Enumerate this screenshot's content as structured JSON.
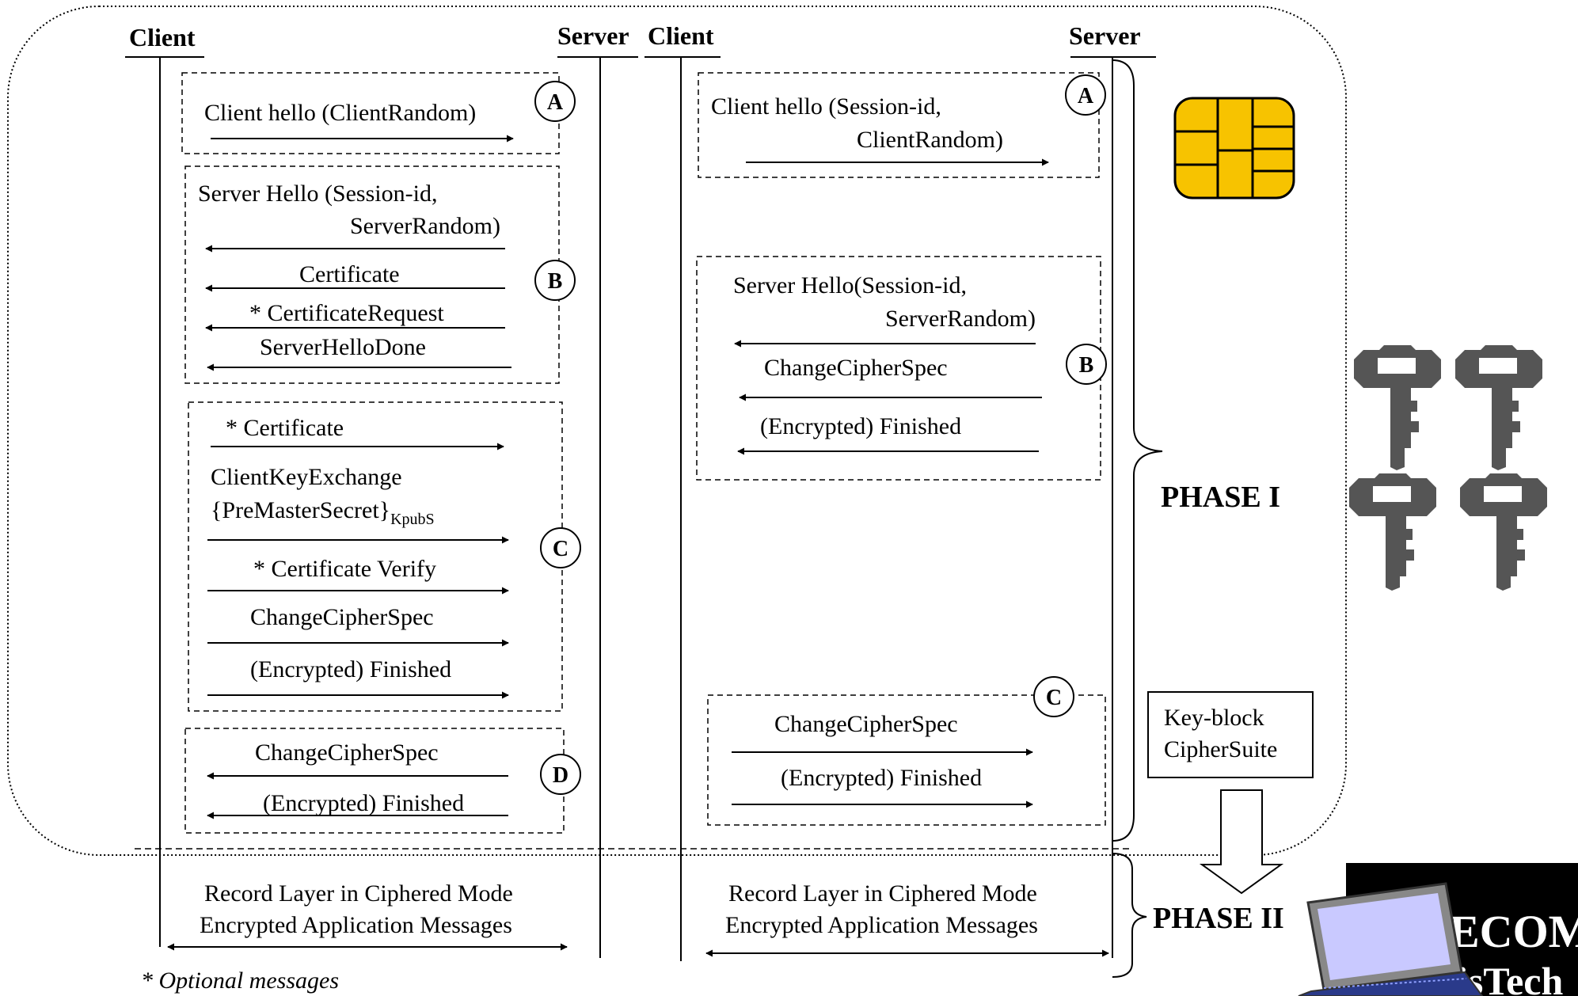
{
  "headers": {
    "left_client": "Client",
    "left_server": "Server",
    "right_client": "Client",
    "right_server": "Server"
  },
  "left": {
    "A": {
      "label": "A",
      "messages": [
        "Client hello (ClientRandom)"
      ]
    },
    "B": {
      "label": "B",
      "messages": [
        "Server Hello (Session-id,",
        "ServerRandom)",
        "Certificate",
        "* CertificateRequest",
        "ServerHelloDone"
      ]
    },
    "C": {
      "label": "C",
      "messages": [
        "* Certificate",
        "ClientKeyExchange",
        "{PreMasterSecret}",
        "KpubS",
        "* Certificate Verify",
        "ChangeCipherSpec",
        "(Encrypted) Finished"
      ]
    },
    "D": {
      "label": "D",
      "messages": [
        "ChangeCipherSpec",
        "(Encrypted) Finished"
      ]
    },
    "record": [
      "Record Layer in Ciphered Mode",
      "Encrypted Application Messages"
    ]
  },
  "right": {
    "A": {
      "label": "A",
      "messages": [
        "Client hello (Session-id,",
        "ClientRandom)"
      ]
    },
    "B": {
      "label": "B",
      "messages": [
        "Server Hello(Session-id,",
        "ServerRandom)",
        "ChangeCipherSpec",
        "(Encrypted) Finished"
      ]
    },
    "C": {
      "label": "C",
      "messages": [
        "ChangeCipherSpec",
        "(Encrypted) Finished"
      ]
    },
    "record": [
      "Record Layer in Ciphered Mode",
      "Encrypted Application Messages"
    ]
  },
  "keyblock": [
    "Key-block",
    "CipherSuite"
  ],
  "phases": [
    "PHASE I",
    "PHASE II"
  ],
  "footnote": "* Optional messages",
  "logo_text": [
    "ECOM",
    "isTech"
  ],
  "colors": {
    "chip": "#f7c300",
    "key": "#555555",
    "laptop_screen": "#c9c9ff"
  }
}
